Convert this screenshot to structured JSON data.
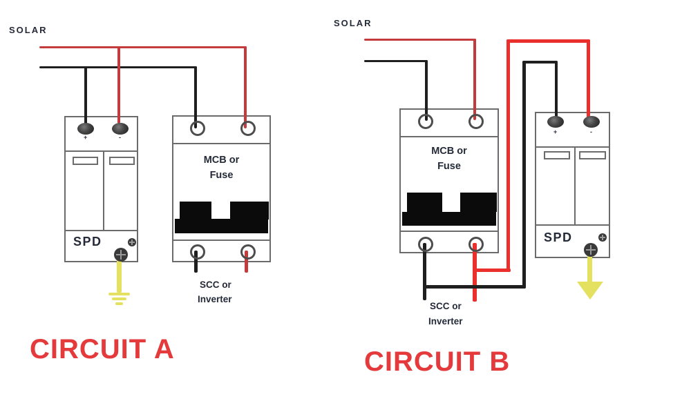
{
  "colors": {
    "wire_red_a": "#c43b3e",
    "wire_red_b": "#ea2f2c",
    "wire_black": "#1f1f1f",
    "wire_ground": "#e3e15f",
    "title_red": "#e43a3c",
    "label_navy": "#242a38",
    "box_border": "#6b6b6b",
    "terminal_ring": "#4d4d4d",
    "terminal_dark": "#3a3a3a",
    "handle_black": "#0b0b0b"
  },
  "circuit_a": {
    "title": "CIRCUIT A",
    "solar_label": "SOLAR",
    "spd": {
      "label": "SPD",
      "plus_mark": "+",
      "minus_mark": "-"
    },
    "mcb": {
      "line1": "MCB or",
      "line2": "Fuse"
    },
    "load": {
      "line1": "SCC or",
      "line2": "Inverter"
    }
  },
  "circuit_b": {
    "title": "CIRCUIT B",
    "solar_label": "SOLAR",
    "spd": {
      "label": "SPD",
      "plus_mark": "+",
      "minus_mark": "-"
    },
    "mcb": {
      "line1": "MCB or",
      "line2": "Fuse"
    },
    "load": {
      "line1": "SCC or",
      "line2": "Inverter"
    }
  }
}
